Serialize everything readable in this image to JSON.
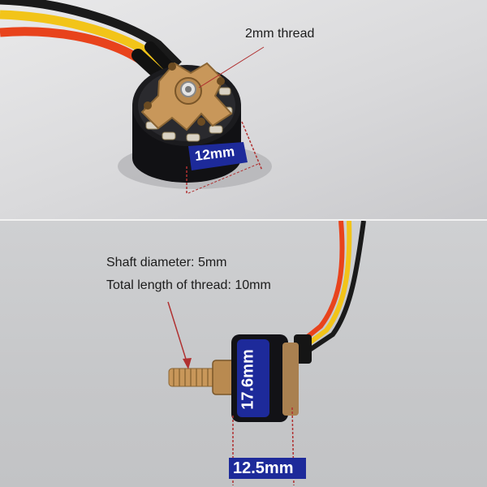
{
  "top_panel": {
    "thread_callout": "2mm thread",
    "width_label": "12mm"
  },
  "bottom_panel": {
    "shaft_diameter": "Shaft diameter: 5mm",
    "thread_length": "Total length of thread: 10mm",
    "height_label": "17.6mm",
    "length_label": "12.5mm"
  },
  "colors": {
    "wire_red": "#e8431c",
    "wire_yellow": "#f2c419",
    "wire_black": "#1a1a1a",
    "bell_blue": "#1d2a9a",
    "brass": "#c8975a",
    "annotation_red": "#b03030"
  }
}
